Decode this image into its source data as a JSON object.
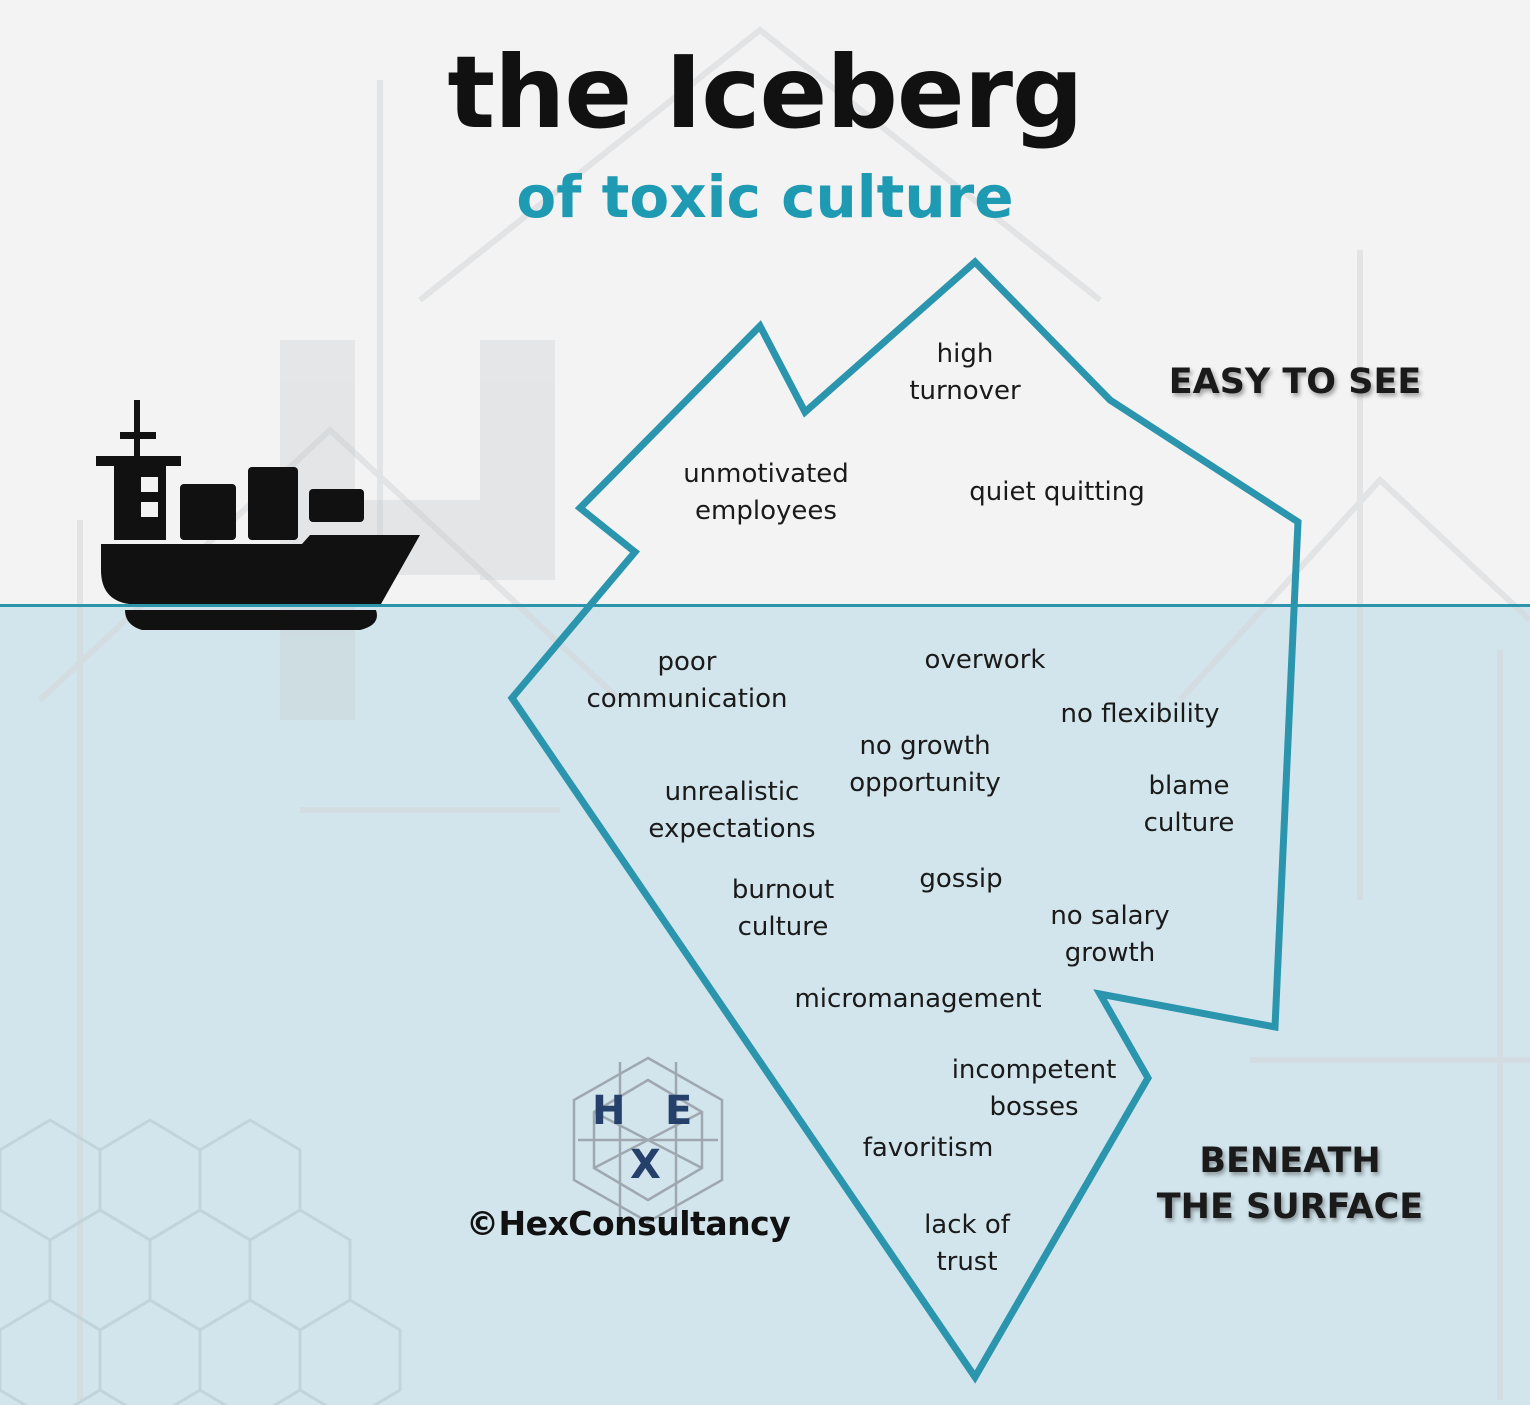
{
  "header": {
    "title": "the Iceberg",
    "subtitle": "of toxic culture"
  },
  "zones": {
    "above": "EASY TO SEE",
    "below": "BENEATH\nTHE SURFACE"
  },
  "visible_signs": [
    "high\nturnover",
    "unmotivated\nemployees",
    "quiet quitting"
  ],
  "hidden_causes": [
    "poor\ncommunication",
    "overwork",
    "no flexibility",
    "no growth\nopportunity",
    "unrealistic\nexpectations",
    "blame\nculture",
    "burnout\nculture",
    "gossip",
    "no salary\ngrowth",
    "micromanagement",
    "incompetent\nbosses",
    "favoritism",
    "lack of\ntrust"
  ],
  "brand": {
    "copyright": "©HexConsultancy",
    "logo_letters": [
      "H",
      "E",
      "X"
    ]
  },
  "colors": {
    "accent": "#1e9ab2",
    "iceberg_stroke": "#2a95ad",
    "sea": "#d2e5ec",
    "sky": "#f3f3f3",
    "logo_letters": "#24406b"
  },
  "icons": {
    "ship": "cargo-ship-icon",
    "logo": "hex-logo"
  }
}
